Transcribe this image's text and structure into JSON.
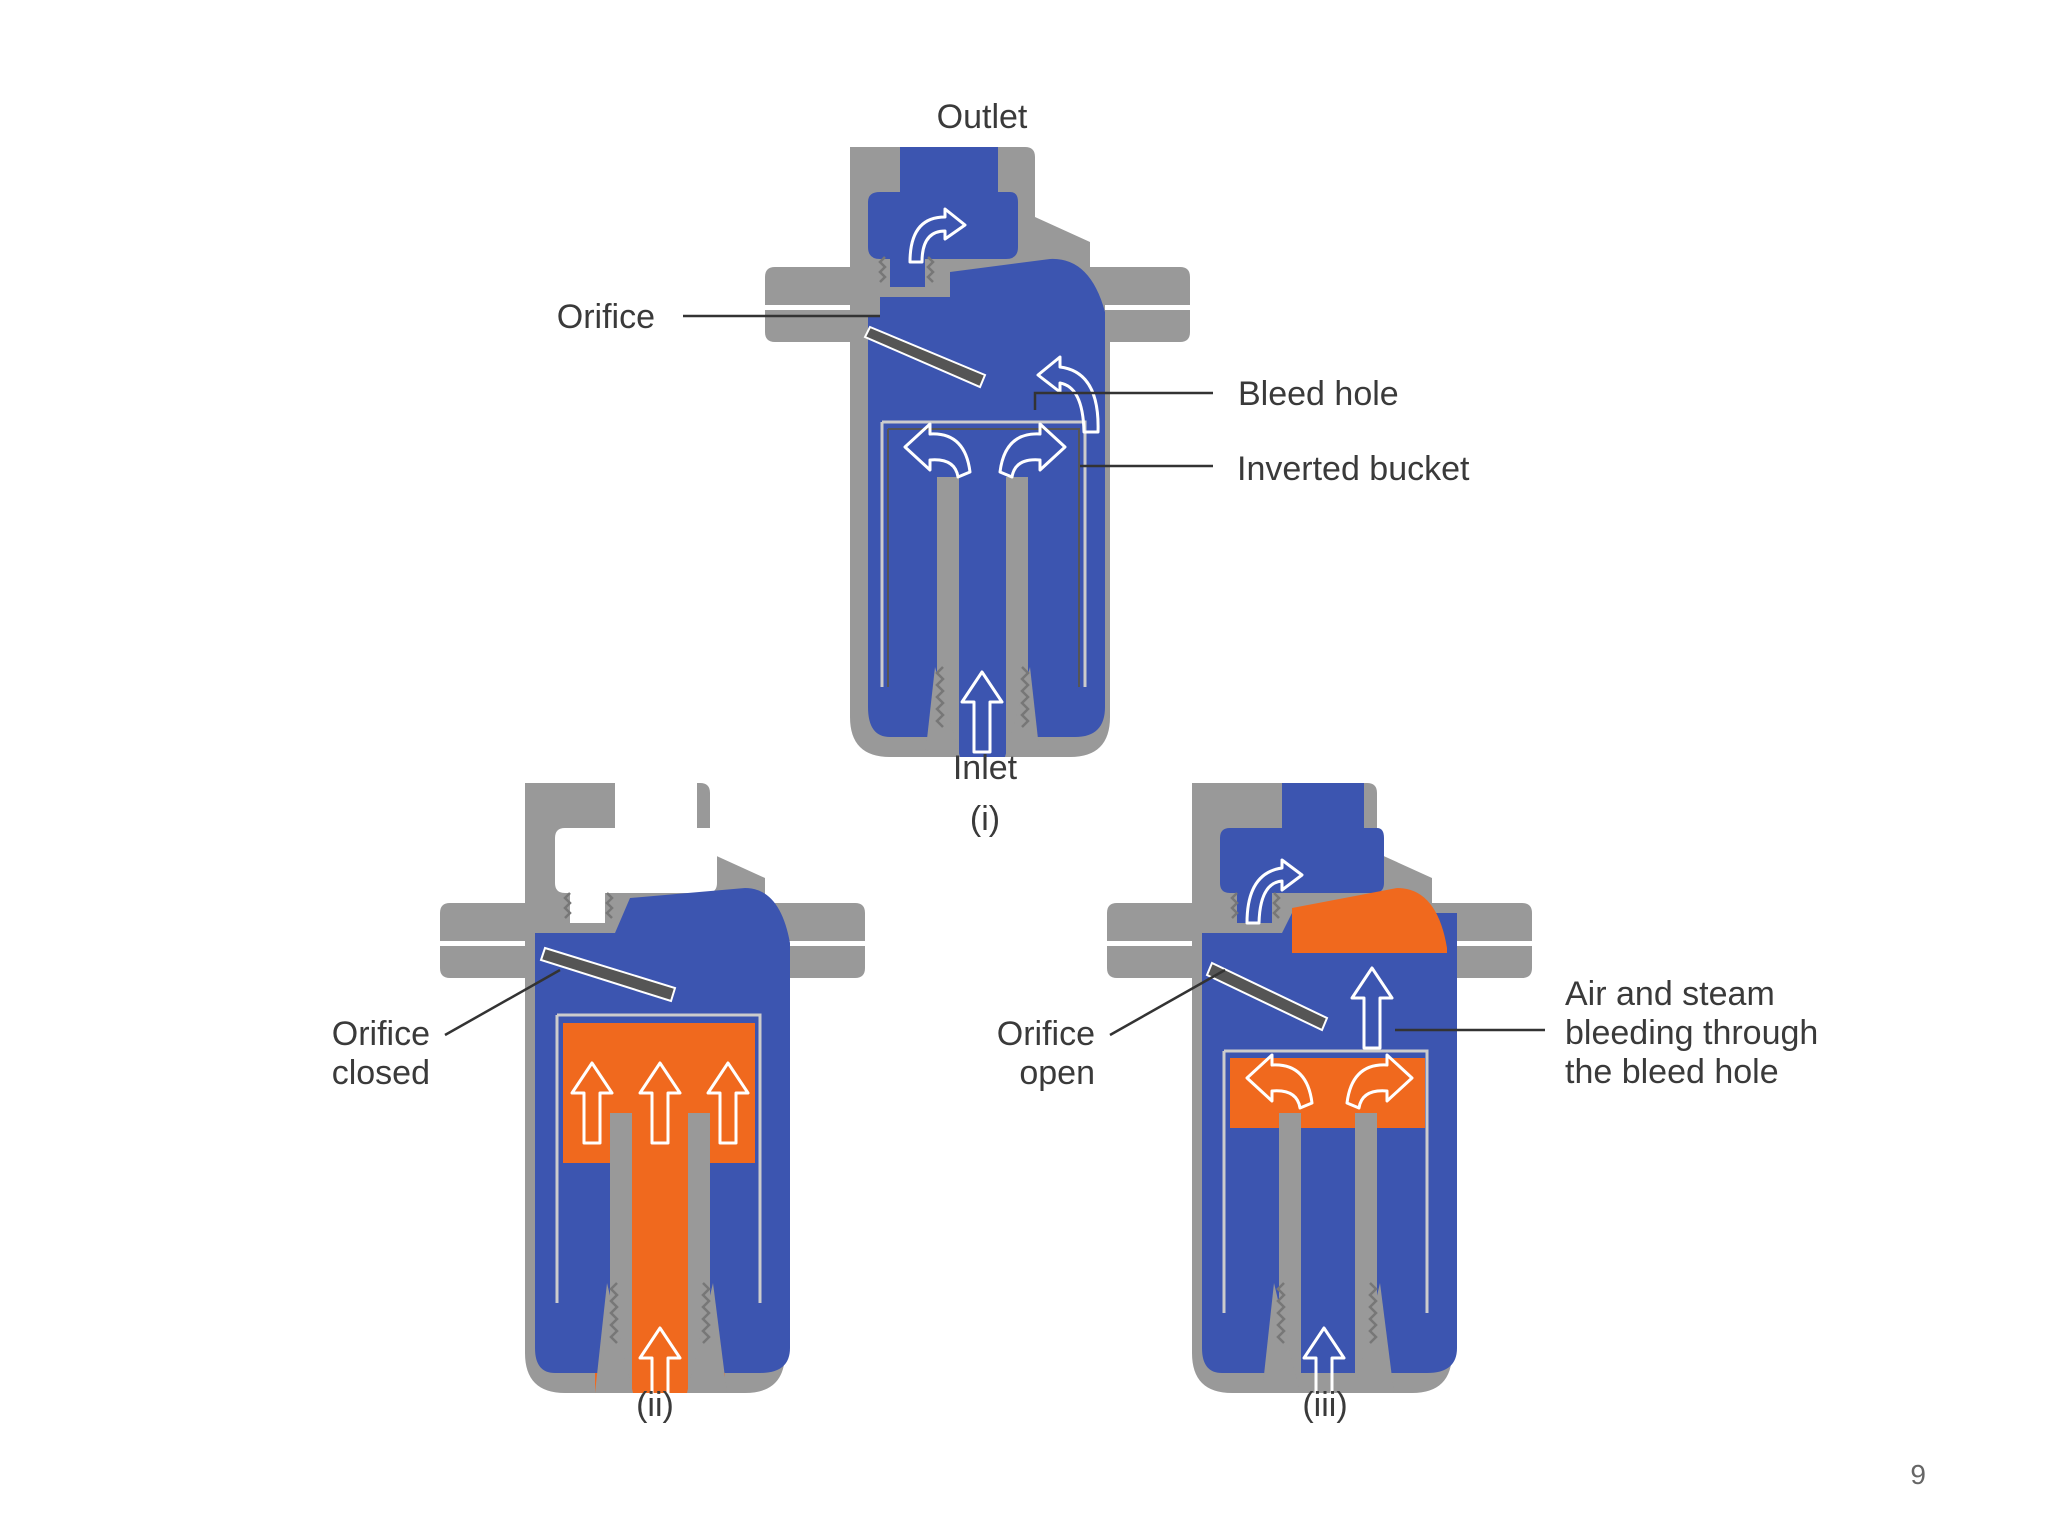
{
  "colors": {
    "body": "#999999",
    "condensate": "#3c55b0",
    "steam": "#f0691e",
    "empty": "#ffffff",
    "arrow": "#ffffff"
  },
  "diagram_i": {
    "outlet_label": "Outlet",
    "orifice_label": "Orifice",
    "bleed_hole_label": "Bleed hole",
    "bucket_label": "Inverted bucket",
    "inlet_label": "Inlet",
    "caption": "(i)"
  },
  "diagram_ii": {
    "orifice_label_line1": "Orifice",
    "orifice_label_line2": "closed",
    "caption": "(ii)"
  },
  "diagram_iii": {
    "orifice_label_line1": "Orifice",
    "orifice_label_line2": "open",
    "bleed_label_line1": "Air and steam",
    "bleed_label_line2": "bleeding through",
    "bleed_label_line3": "the bleed hole",
    "caption": "(iii)"
  },
  "page_number": "9"
}
